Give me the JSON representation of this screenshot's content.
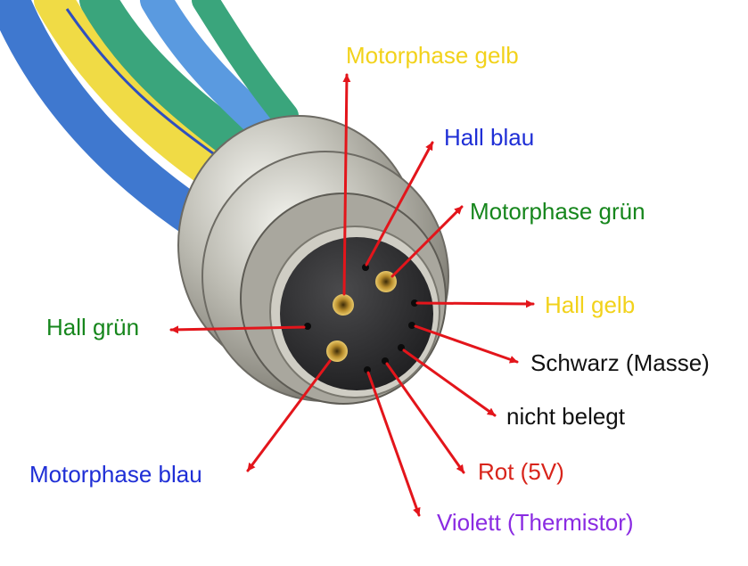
{
  "colors": {
    "yellow": "#f2d21b",
    "blue": "#1f2fd6",
    "green": "#16861c",
    "black": "#111111",
    "red": "#d8241b",
    "violet": "#8a2be2",
    "arrow": "#e3151b"
  },
  "labels": {
    "motorphase_gelb": "Motorphase gelb",
    "hall_blau": "Hall blau",
    "motorphase_gruen": "Motorphase grün",
    "hall_gelb": "Hall gelb",
    "schwarz": "Schwarz (Masse)",
    "nicht_belegt": "nicht belegt",
    "rot": "Rot (5V)",
    "violett": "Violett (Thermistor)",
    "motorphase_blau": "Motorphase blau",
    "hall_gruen": "Hall grün"
  }
}
